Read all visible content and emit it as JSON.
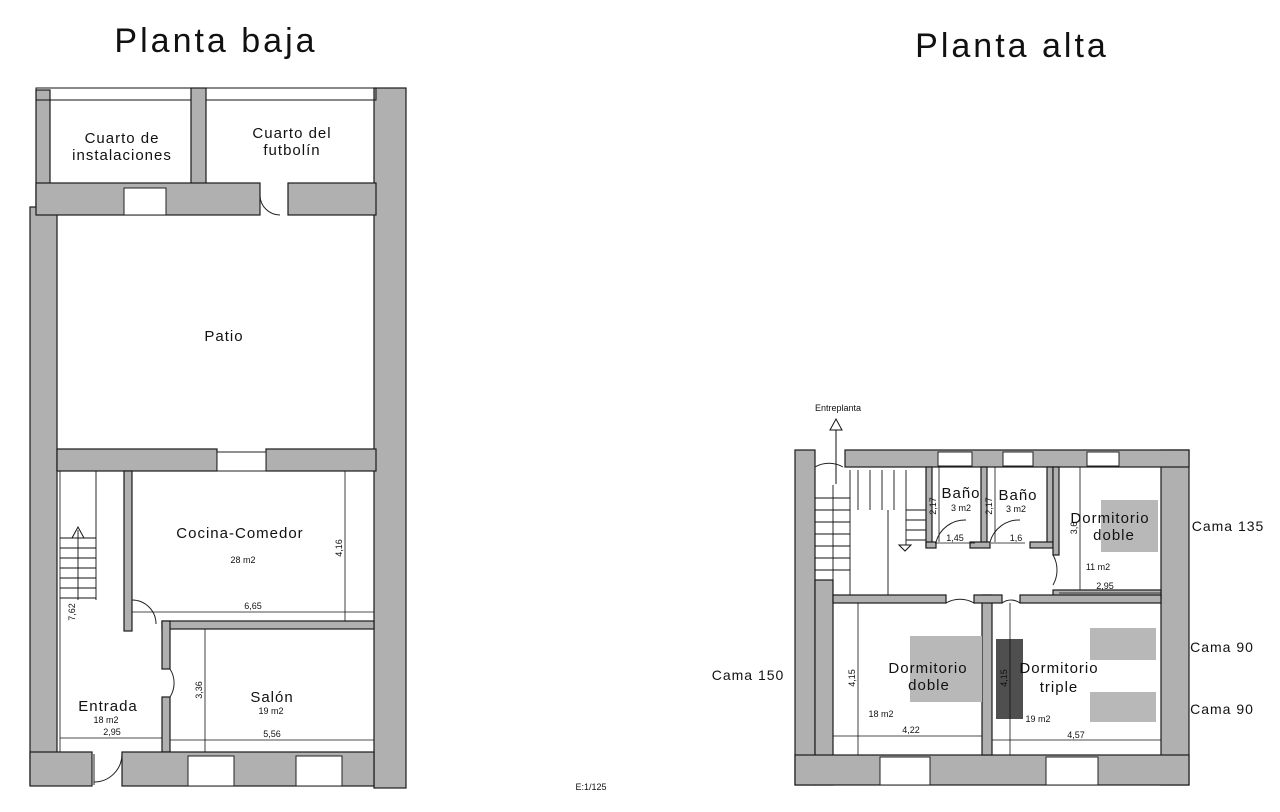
{
  "titles": {
    "ground": "Planta baja",
    "upper": "Planta alta"
  },
  "scale": "E:1/125",
  "ground_floor": {
    "rooms": {
      "instalaciones_1": "Cuarto de",
      "instalaciones_2": "instalaciones",
      "futbolin_1": "Cuarto del",
      "futbolin_2": "futbolín",
      "patio": "Patio",
      "cocina": "Cocina-Comedor",
      "cocina_area": "28 m2",
      "entrada": "Entrada",
      "entrada_area": "18 m2",
      "salon": "Salón",
      "salon_area": "19 m2"
    },
    "dims": {
      "cocina_w": "6,65",
      "cocina_h": "4,16",
      "entrada_w": "2,95",
      "entrada_h": "7,62",
      "salon_w": "5,56",
      "salon_h": "3,36"
    }
  },
  "upper_floor": {
    "entreplanta": "Entreplanta",
    "rooms": {
      "bano": "Baño",
      "bano1_area": "3 m2",
      "bano2_area": "3 m2",
      "dorm_doble": "Dormitorio",
      "doble": "doble",
      "dorm1_area": "11 m2",
      "dorm2_area": "18 m2",
      "triple": "triple",
      "dorm3_area": "19 m2"
    },
    "dims": {
      "bano1_h": "2,17",
      "bano1_w": "1,45",
      "bano2_h": "2,17",
      "bano2_w": "1,6",
      "dorm1_h": "3,6",
      "dorm1_w": "2,95",
      "dorm2_h": "4,15",
      "dorm2_w": "4,22",
      "dorm3_h": "4,15",
      "dorm3_w": "4,57"
    },
    "beds": {
      "cama135": "Cama 135",
      "cama90": "Cama 90",
      "cama150": "Cama 150"
    }
  }
}
